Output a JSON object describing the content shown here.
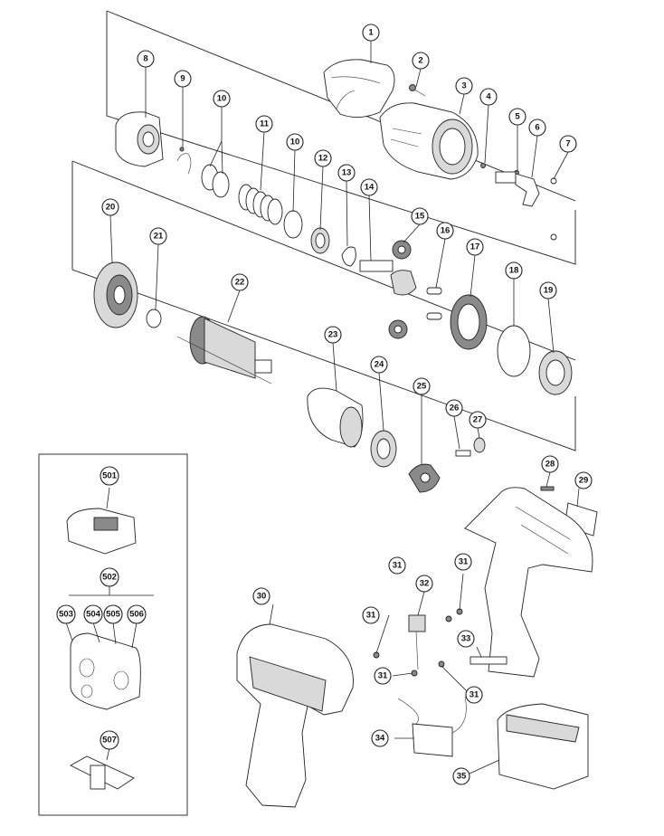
{
  "diagram": {
    "labels": [
      "1",
      "2",
      "3",
      "4",
      "5",
      "6",
      "7",
      "8",
      "9",
      "10",
      "10",
      "11",
      "12",
      "13",
      "14",
      "15",
      "16",
      "17",
      "18",
      "19",
      "20",
      "21",
      "22",
      "23",
      "24",
      "25",
      "26",
      "27",
      "28",
      "29",
      "30",
      "31",
      "31",
      "31",
      "31",
      "31",
      "32",
      "33",
      "34",
      "35",
      "501",
      "502",
      "503",
      "504",
      "505",
      "506",
      "507"
    ]
  }
}
